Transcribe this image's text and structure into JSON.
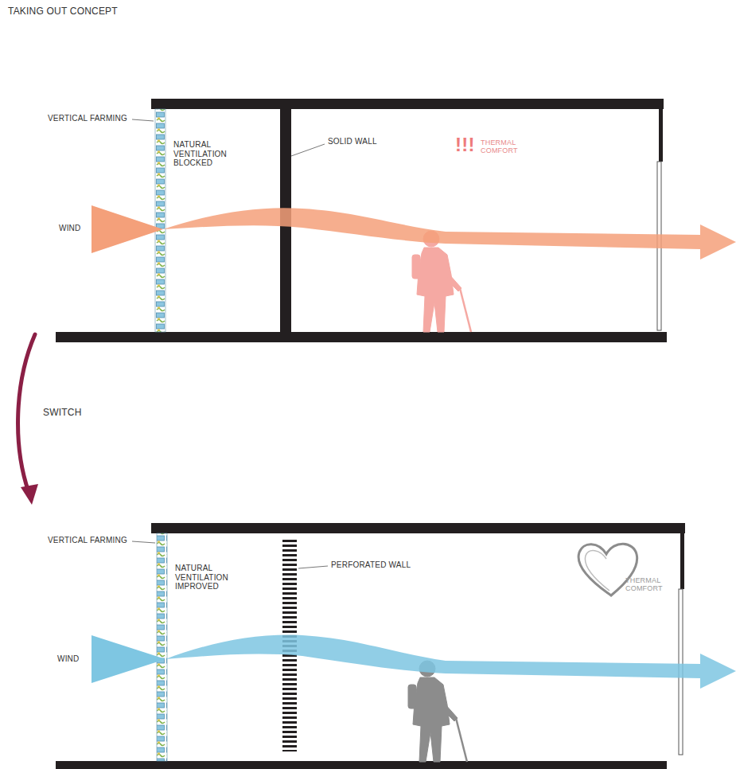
{
  "diagram": {
    "title": "TAKING OUT CONCEPT",
    "labels": [
      "VERTICAL FARMING",
      "NATURAL VENTILATION BLOCKED",
      "SOLID WALL",
      "!!!",
      "THERMAL COMFORT",
      "WIND",
      "SWITCH",
      "VERTICAL FARMING",
      "NATURAL VENTILATION IMPROVED",
      "PERFORATED WALL",
      "THERMAL COMFORT",
      "WIND"
    ]
  }
}
